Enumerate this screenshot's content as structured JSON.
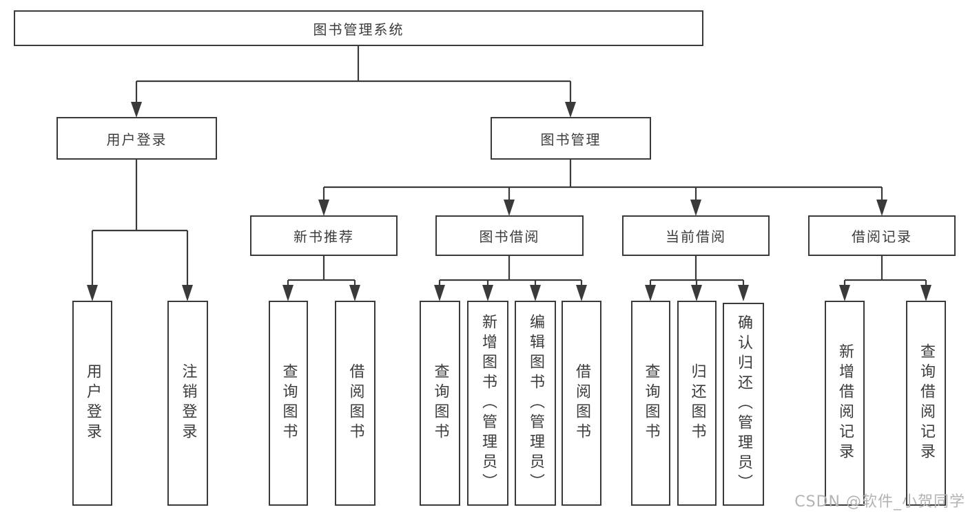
{
  "diagram": {
    "type": "hierarchy-tree",
    "root": {
      "label": "图书管理系统"
    },
    "branches": [
      {
        "label": "用户登录",
        "children": [
          {
            "label": "用户登录"
          },
          {
            "label": "注销登录"
          }
        ]
      },
      {
        "label": "图书管理",
        "children": [
          {
            "label": "新书推荐",
            "children": [
              {
                "label": "查询图书"
              },
              {
                "label": "借阅图书"
              }
            ]
          },
          {
            "label": "图书借阅",
            "children": [
              {
                "label": "查询图书"
              },
              {
                "label": "新增图书（管理员）"
              },
              {
                "label": "编辑图书（管理员）"
              },
              {
                "label": "借阅图书"
              }
            ]
          },
          {
            "label": "当前借阅",
            "children": [
              {
                "label": "查询图书"
              },
              {
                "label": "归还图书"
              },
              {
                "label": "确认归还（管理员）"
              }
            ]
          },
          {
            "label": "借阅记录",
            "children": [
              {
                "label": "新增借阅记录"
              },
              {
                "label": "查询借阅记录"
              }
            ]
          }
        ]
      }
    ]
  },
  "colors": {
    "line": "#3a3a3a",
    "text": "#3c3c3c",
    "background": "#ffffff",
    "watermark": "#b3b3b3"
  },
  "watermark": {
    "text": "CSDN @软件_小贺同学"
  }
}
